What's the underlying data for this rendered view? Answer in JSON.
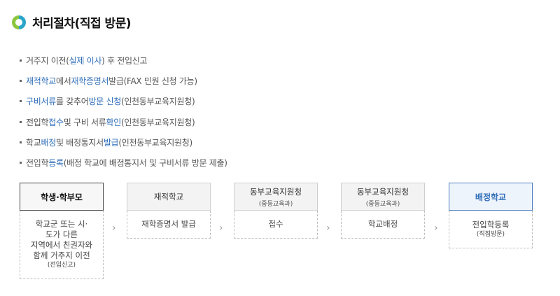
{
  "title": "처리절차(직접 방문)",
  "bullets": [
    {
      "pre": "거주지 이전(",
      "hl": "실제 이사",
      "post": ") 후 전입신고"
    },
    {
      "hl": "재적학교",
      "mid": "에서 ",
      "hl2": "재학증명서",
      "post": " 발급(FAX 민원 신청 가능)"
    },
    {
      "hl": "구비서류",
      "mid": "를 갖추어 ",
      "hl2": "방문 신청",
      "post": "(인천동부교육지원청)"
    },
    {
      "pre": "전입학 ",
      "hl": "접수",
      "mid": " 및 구비 서류 ",
      "hl2": "확인",
      "post": "(인천동부교육지원청)"
    },
    {
      "pre": "학교 ",
      "hl": "배정",
      "mid": " 및 배정통지서 ",
      "hl2": "발급",
      "post": "(인천동부교육지원청)"
    },
    {
      "pre": "전입학 ",
      "hl": "등록",
      "post": "(배정 학교에 배정통지서 및 구비서류 방문 제출)"
    }
  ],
  "steps": [
    {
      "head": "학생·학부모",
      "body": [
        "학교군 또는 시·",
        "도가 다른",
        "지역에서 친권자와",
        "함께 거주지 이전"
      ],
      "body_small": "(전입신고)"
    },
    {
      "head": "재적학교",
      "body": [
        "재학증명서 발급"
      ]
    },
    {
      "head": "동부교육지원청",
      "head_sub": "(중등교육과)",
      "body": [
        "접수"
      ]
    },
    {
      "head": "동부교육지원청",
      "head_sub": "(중등교육과)",
      "body": [
        "학교배정"
      ]
    },
    {
      "head": "배정학교",
      "body": [
        "전입학등록"
      ],
      "body_small": "(직접방문)"
    }
  ],
  "arrow_glyph": "›",
  "colors": {
    "accent_blue": "#2f6eb9",
    "ring_teal": "#2aa5c8",
    "ring_green": "#8cc63f"
  }
}
